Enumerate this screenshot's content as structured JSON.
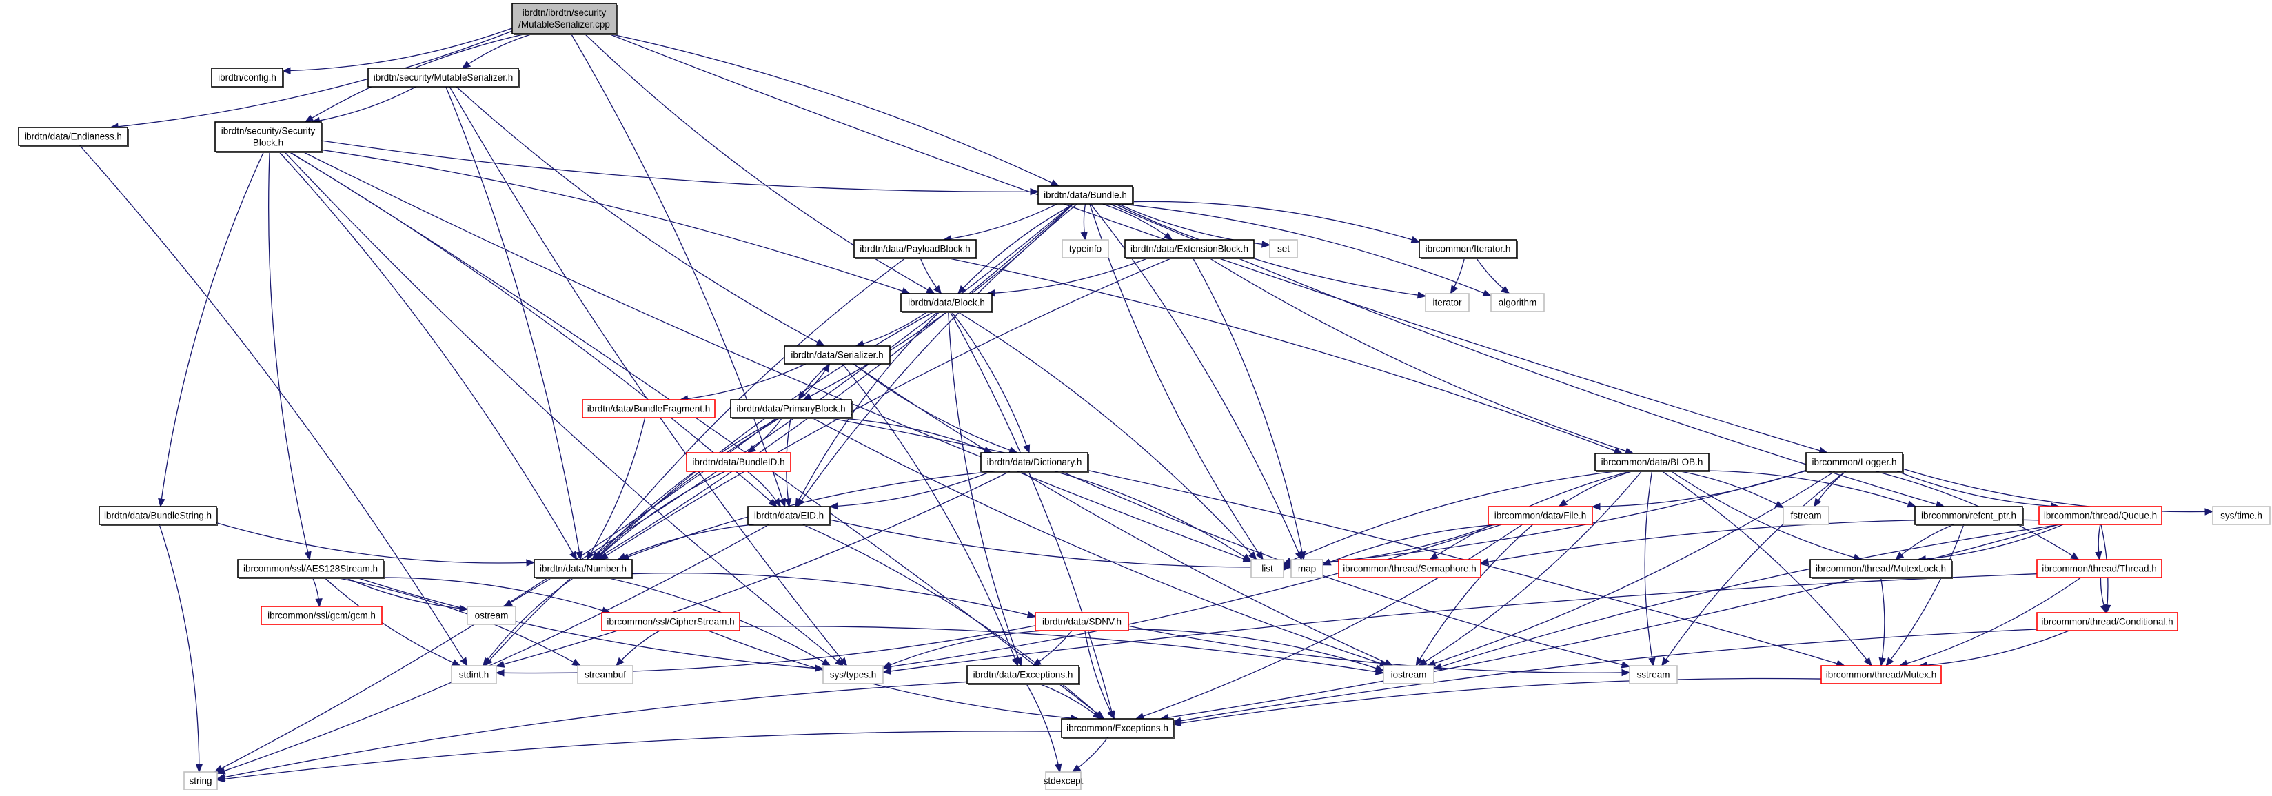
{
  "diagram": {
    "title": "Include dependency graph for ibrdtn/ibrdtn/security/MutableSerializer.cpp",
    "edge_color": "#191970",
    "legend_colors": {
      "root_fill": "#bfbfbf",
      "documented_border": "#000000",
      "undocumented_border": "#ff0000",
      "external_border": "#bfbfbf"
    },
    "nodes": [
      {
        "id": "root",
        "label": [
          "ibrdtn/ibrdtn/security",
          "/MutableSerializer.cpp"
        ],
        "kind": "root"
      },
      {
        "id": "config",
        "label": [
          "ibrdtn/config.h"
        ],
        "kind": "doc"
      },
      {
        "id": "mser",
        "label": [
          "ibrdtn/security/MutableSerializer.h"
        ],
        "kind": "doc"
      },
      {
        "id": "endian",
        "label": [
          "ibrdtn/data/Endianess.h"
        ],
        "kind": "doc"
      },
      {
        "id": "secblock",
        "label": [
          "ibrdtn/security/Security",
          "Block.h"
        ],
        "kind": "doc"
      },
      {
        "id": "bundle",
        "label": [
          "ibrdtn/data/Bundle.h"
        ],
        "kind": "doc"
      },
      {
        "id": "payload",
        "label": [
          "ibrdtn/data/PayloadBlock.h"
        ],
        "kind": "doc"
      },
      {
        "id": "typeinfo",
        "label": [
          "typeinfo"
        ],
        "kind": "ext"
      },
      {
        "id": "extblock",
        "label": [
          "ibrdtn/data/ExtensionBlock.h"
        ],
        "kind": "doc"
      },
      {
        "id": "set",
        "label": [
          "set"
        ],
        "kind": "ext"
      },
      {
        "id": "iteratorh",
        "label": [
          "ibrcommon/Iterator.h"
        ],
        "kind": "doc"
      },
      {
        "id": "iterator",
        "label": [
          "iterator"
        ],
        "kind": "ext"
      },
      {
        "id": "algorithm",
        "label": [
          "algorithm"
        ],
        "kind": "ext"
      },
      {
        "id": "block",
        "label": [
          "ibrdtn/data/Block.h"
        ],
        "kind": "doc"
      },
      {
        "id": "serializer",
        "label": [
          "ibrdtn/data/Serializer.h"
        ],
        "kind": "doc"
      },
      {
        "id": "bfrag",
        "label": [
          "ibrdtn/data/BundleFragment.h"
        ],
        "kind": "red"
      },
      {
        "id": "primary",
        "label": [
          "ibrdtn/data/PrimaryBlock.h"
        ],
        "kind": "doc"
      },
      {
        "id": "bundleid",
        "label": [
          "ibrdtn/data/BundleID.h"
        ],
        "kind": "red"
      },
      {
        "id": "dict",
        "label": [
          "ibrdtn/data/Dictionary.h"
        ],
        "kind": "doc"
      },
      {
        "id": "blob",
        "label": [
          "ibrcommon/data/BLOB.h"
        ],
        "kind": "doc"
      },
      {
        "id": "logger",
        "label": [
          "ibrcommon/Logger.h"
        ],
        "kind": "doc"
      },
      {
        "id": "systime",
        "label": [
          "sys/time.h"
        ],
        "kind": "ext"
      },
      {
        "id": "bstring",
        "label": [
          "ibrdtn/data/BundleString.h"
        ],
        "kind": "doc"
      },
      {
        "id": "eid",
        "label": [
          "ibrdtn/data/EID.h"
        ],
        "kind": "doc"
      },
      {
        "id": "file",
        "label": [
          "ibrcommon/data/File.h"
        ],
        "kind": "red"
      },
      {
        "id": "fstream",
        "label": [
          "fstream"
        ],
        "kind": "ext"
      },
      {
        "id": "refcnt",
        "label": [
          "ibrcommon/refcnt_ptr.h"
        ],
        "kind": "doc"
      },
      {
        "id": "queue",
        "label": [
          "ibrcommon/thread/Queue.h"
        ],
        "kind": "red"
      },
      {
        "id": "aes",
        "label": [
          "ibrcommon/ssl/AES128Stream.h"
        ],
        "kind": "doc"
      },
      {
        "id": "number",
        "label": [
          "ibrdtn/data/Number.h"
        ],
        "kind": "doc"
      },
      {
        "id": "list",
        "label": [
          "list"
        ],
        "kind": "ext"
      },
      {
        "id": "map",
        "label": [
          "map"
        ],
        "kind": "ext"
      },
      {
        "id": "semaphore",
        "label": [
          "ibrcommon/thread/Semaphore.h"
        ],
        "kind": "red"
      },
      {
        "id": "mutexlock",
        "label": [
          "ibrcommon/thread/MutexLock.h"
        ],
        "kind": "doc"
      },
      {
        "id": "thread",
        "label": [
          "ibrcommon/thread/Thread.h"
        ],
        "kind": "red"
      },
      {
        "id": "gcm",
        "label": [
          "ibrcommon/ssl/gcm/gcm.h"
        ],
        "kind": "red"
      },
      {
        "id": "ostream",
        "label": [
          "ostream"
        ],
        "kind": "ext"
      },
      {
        "id": "cipher",
        "label": [
          "ibrcommon/ssl/CipherStream.h"
        ],
        "kind": "red"
      },
      {
        "id": "sdnv",
        "label": [
          "ibrdtn/data/SDNV.h"
        ],
        "kind": "red"
      },
      {
        "id": "conditional",
        "label": [
          "ibrcommon/thread/Conditional.h"
        ],
        "kind": "red"
      },
      {
        "id": "stdint",
        "label": [
          "stdint.h"
        ],
        "kind": "ext"
      },
      {
        "id": "streambuf",
        "label": [
          "streambuf"
        ],
        "kind": "ext"
      },
      {
        "id": "systypes",
        "label": [
          "sys/types.h"
        ],
        "kind": "ext"
      },
      {
        "id": "dexc",
        "label": [
          "ibrdtn/data/Exceptions.h"
        ],
        "kind": "doc"
      },
      {
        "id": "iostream",
        "label": [
          "iostream"
        ],
        "kind": "ext"
      },
      {
        "id": "sstream",
        "label": [
          "sstream"
        ],
        "kind": "ext"
      },
      {
        "id": "mutex",
        "label": [
          "ibrcommon/thread/Mutex.h"
        ],
        "kind": "red"
      },
      {
        "id": "cexc",
        "label": [
          "ibrcommon/Exceptions.h"
        ],
        "kind": "doc"
      },
      {
        "id": "string",
        "label": [
          "string"
        ],
        "kind": "ext"
      },
      {
        "id": "stdexcept",
        "label": [
          "stdexcept"
        ],
        "kind": "ext"
      }
    ],
    "edges": [
      [
        "root",
        "config"
      ],
      [
        "root",
        "mser"
      ],
      [
        "root",
        "endian"
      ],
      [
        "root",
        "secblock"
      ],
      [
        "root",
        "bundle"
      ],
      [
        "root",
        "block"
      ],
      [
        "root",
        "eid"
      ],
      [
        "root",
        "logger"
      ],
      [
        "mser",
        "secblock"
      ],
      [
        "mser",
        "serializer"
      ],
      [
        "mser",
        "number"
      ],
      [
        "mser",
        "systypes"
      ],
      [
        "endian",
        "stdint"
      ],
      [
        "secblock",
        "bundle"
      ],
      [
        "secblock",
        "block"
      ],
      [
        "secblock",
        "bstring"
      ],
      [
        "secblock",
        "eid"
      ],
      [
        "secblock",
        "aes"
      ],
      [
        "secblock",
        "number"
      ],
      [
        "secblock",
        "list"
      ],
      [
        "secblock",
        "cexc"
      ],
      [
        "secblock",
        "systypes"
      ],
      [
        "bundle",
        "payload"
      ],
      [
        "bundle",
        "typeinfo"
      ],
      [
        "bundle",
        "extblock"
      ],
      [
        "bundle",
        "set"
      ],
      [
        "bundle",
        "iteratorh"
      ],
      [
        "bundle",
        "iterator"
      ],
      [
        "bundle",
        "algorithm"
      ],
      [
        "bundle",
        "block"
      ],
      [
        "bundle",
        "primary"
      ],
      [
        "bundle",
        "eid"
      ],
      [
        "bundle",
        "number"
      ],
      [
        "bundle",
        "list"
      ],
      [
        "bundle",
        "map"
      ],
      [
        "bundle",
        "refcnt"
      ],
      [
        "bundle",
        "ostream"
      ],
      [
        "payload",
        "block"
      ],
      [
        "payload",
        "blob"
      ],
      [
        "payload",
        "number"
      ],
      [
        "extblock",
        "block"
      ],
      [
        "extblock",
        "blob"
      ],
      [
        "extblock",
        "map"
      ],
      [
        "extblock",
        "number"
      ],
      [
        "iteratorh",
        "iterator"
      ],
      [
        "iteratorh",
        "algorithm"
      ],
      [
        "block",
        "serializer"
      ],
      [
        "block",
        "eid"
      ],
      [
        "block",
        "dict"
      ],
      [
        "block",
        "number"
      ],
      [
        "block",
        "list"
      ],
      [
        "block",
        "dexc"
      ],
      [
        "block",
        "cexc"
      ],
      [
        "serializer",
        "primary"
      ],
      [
        "serializer",
        "bfrag"
      ],
      [
        "serializer",
        "dict"
      ],
      [
        "serializer",
        "dexc"
      ],
      [
        "serializer",
        "iostream"
      ],
      [
        "bfrag",
        "number"
      ],
      [
        "primary",
        "serializer"
      ],
      [
        "primary",
        "bundleid"
      ],
      [
        "primary",
        "eid"
      ],
      [
        "primary",
        "dict"
      ],
      [
        "primary",
        "number"
      ],
      [
        "primary",
        "string"
      ],
      [
        "primary",
        "stdint"
      ],
      [
        "primary",
        "mutex"
      ],
      [
        "primary",
        "iostream"
      ],
      [
        "bundleid",
        "eid"
      ],
      [
        "bundleid",
        "number"
      ],
      [
        "dict",
        "eid"
      ],
      [
        "dict",
        "number"
      ],
      [
        "dict",
        "list"
      ],
      [
        "dict",
        "sstream"
      ],
      [
        "dict",
        "stdint"
      ],
      [
        "eid",
        "number"
      ],
      [
        "eid",
        "string"
      ],
      [
        "eid",
        "map"
      ],
      [
        "eid",
        "cexc"
      ],
      [
        "bstring",
        "number"
      ],
      [
        "bstring",
        "string"
      ],
      [
        "blob",
        "file"
      ],
      [
        "blob",
        "fstream"
      ],
      [
        "blob",
        "list"
      ],
      [
        "blob",
        "refcnt"
      ],
      [
        "blob",
        "mutexlock"
      ],
      [
        "blob",
        "mutex"
      ],
      [
        "blob",
        "semaphore"
      ],
      [
        "blob",
        "iostream"
      ],
      [
        "blob",
        "sstream"
      ],
      [
        "logger",
        "file"
      ],
      [
        "logger",
        "fstream"
      ],
      [
        "logger",
        "list"
      ],
      [
        "logger",
        "queue"
      ],
      [
        "logger",
        "thread"
      ],
      [
        "logger",
        "systime"
      ],
      [
        "logger",
        "iostream"
      ],
      [
        "logger",
        "sstream"
      ],
      [
        "file",
        "list"
      ],
      [
        "file",
        "map"
      ],
      [
        "file",
        "systypes"
      ],
      [
        "file",
        "iostream"
      ],
      [
        "file",
        "cexc"
      ],
      [
        "refcnt",
        "mutexlock"
      ],
      [
        "refcnt",
        "mutex"
      ],
      [
        "queue",
        "semaphore"
      ],
      [
        "queue",
        "mutexlock"
      ],
      [
        "queue",
        "thread"
      ],
      [
        "queue",
        "conditional"
      ],
      [
        "queue",
        "iostream"
      ],
      [
        "queue",
        "cexc"
      ],
      [
        "thread",
        "conditional"
      ],
      [
        "thread",
        "mutex"
      ],
      [
        "thread",
        "systypes"
      ],
      [
        "conditional",
        "mutex"
      ],
      [
        "conditional",
        "cexc"
      ],
      [
        "mutexlock",
        "mutex"
      ],
      [
        "mutex",
        "cexc"
      ],
      [
        "aes",
        "gcm"
      ],
      [
        "aes",
        "ostream"
      ],
      [
        "aes",
        "cipher"
      ],
      [
        "aes",
        "stdint"
      ],
      [
        "aes",
        "streambuf"
      ],
      [
        "aes",
        "systypes"
      ],
      [
        "number",
        "sdnv"
      ],
      [
        "number",
        "stdint"
      ],
      [
        "number",
        "systypes"
      ],
      [
        "cipher",
        "streambuf"
      ],
      [
        "cipher",
        "iostream"
      ],
      [
        "cipher",
        "cexc"
      ],
      [
        "sdnv",
        "dexc"
      ],
      [
        "sdnv",
        "cexc"
      ],
      [
        "sdnv",
        "stdint"
      ],
      [
        "sdnv",
        "systypes"
      ],
      [
        "sdnv",
        "iostream"
      ],
      [
        "sdnv",
        "sstream"
      ],
      [
        "dexc",
        "cexc"
      ],
      [
        "dexc",
        "string"
      ],
      [
        "dexc",
        "stdexcept"
      ],
      [
        "cexc",
        "string"
      ],
      [
        "cexc",
        "stdexcept"
      ]
    ]
  }
}
